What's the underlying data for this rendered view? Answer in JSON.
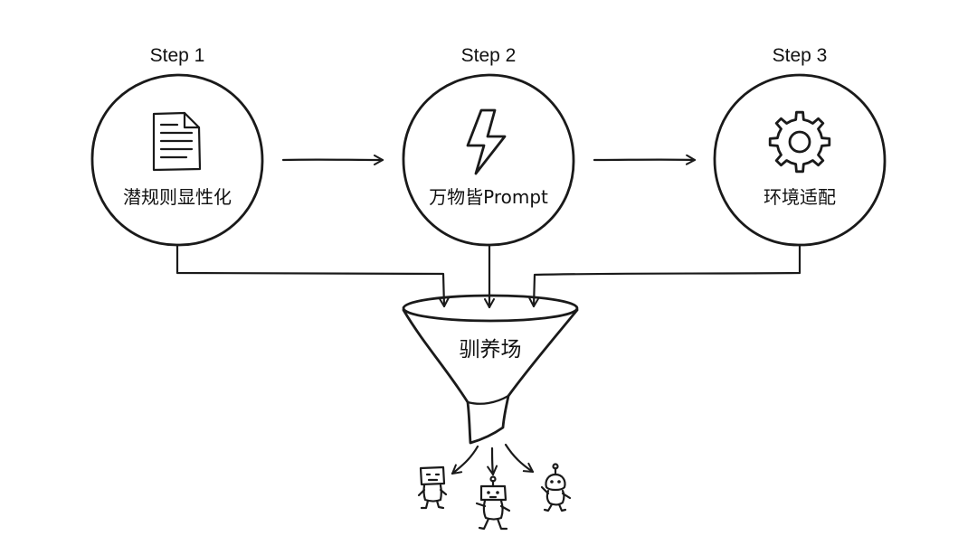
{
  "steps": [
    {
      "step_label": "Step 1",
      "title": "潜规则显性化",
      "icon": "document-icon"
    },
    {
      "step_label": "Step 2",
      "title": "万物皆Prompt",
      "icon": "lightning-icon"
    },
    {
      "step_label": "Step 3",
      "title": "环境适配",
      "icon": "gear-icon"
    }
  ],
  "funnel": {
    "label": "驯养场"
  },
  "outputs": {
    "icons": [
      "robot-icon",
      "robot-icon",
      "robot-icon"
    ]
  },
  "colors": {
    "ink": "#1a1a1a",
    "background": "#ffffff"
  }
}
